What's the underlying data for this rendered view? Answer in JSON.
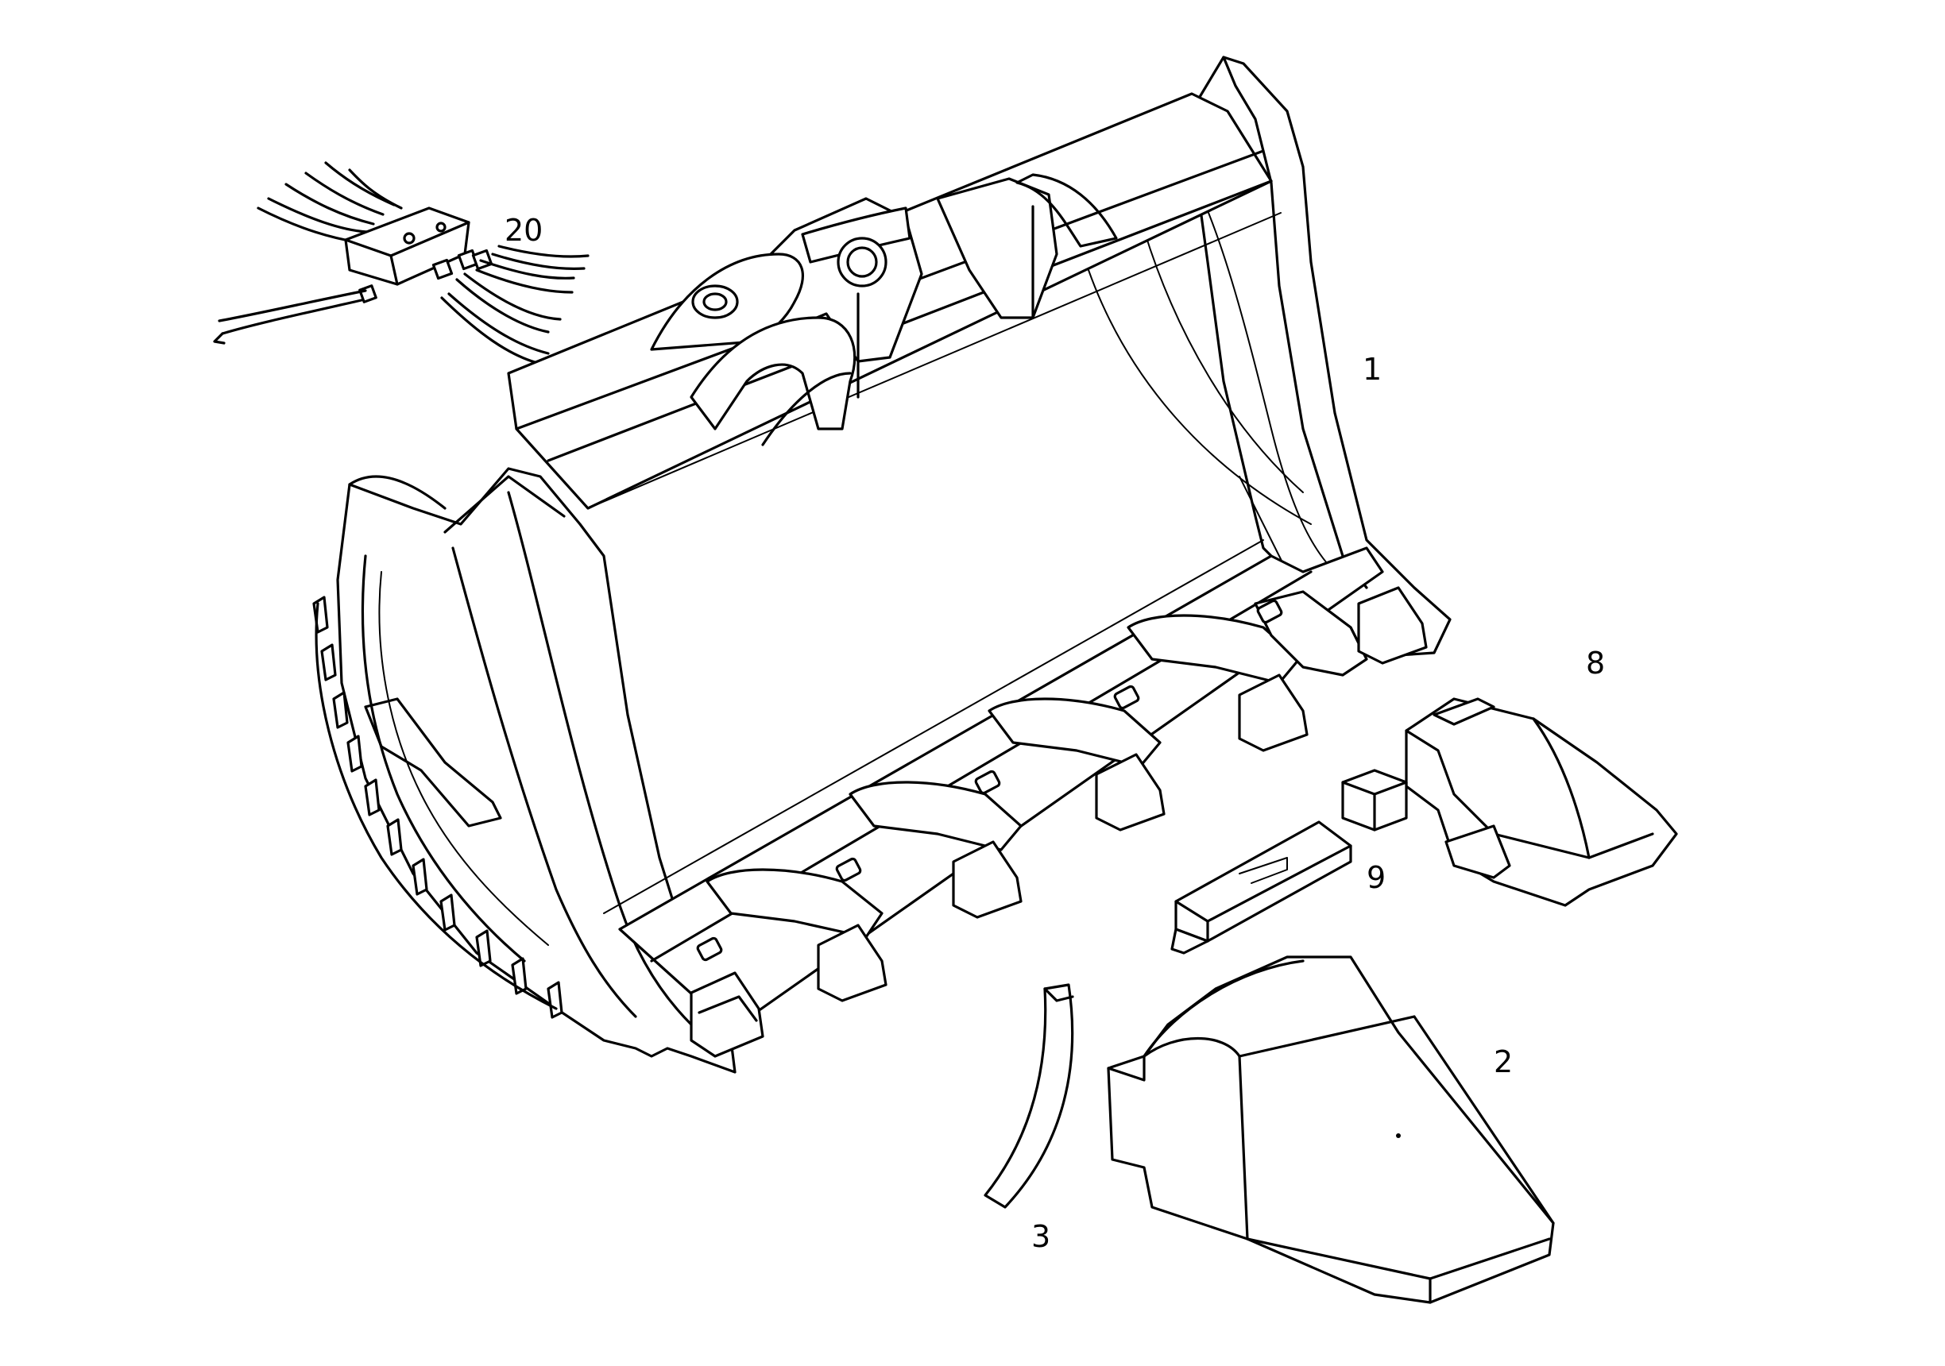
{
  "callouts": {
    "bucket": "1",
    "tooth_tip": "2",
    "wear_segment": "3",
    "tooth_adapter": "8",
    "retainer": "9",
    "grease_block": "20"
  }
}
